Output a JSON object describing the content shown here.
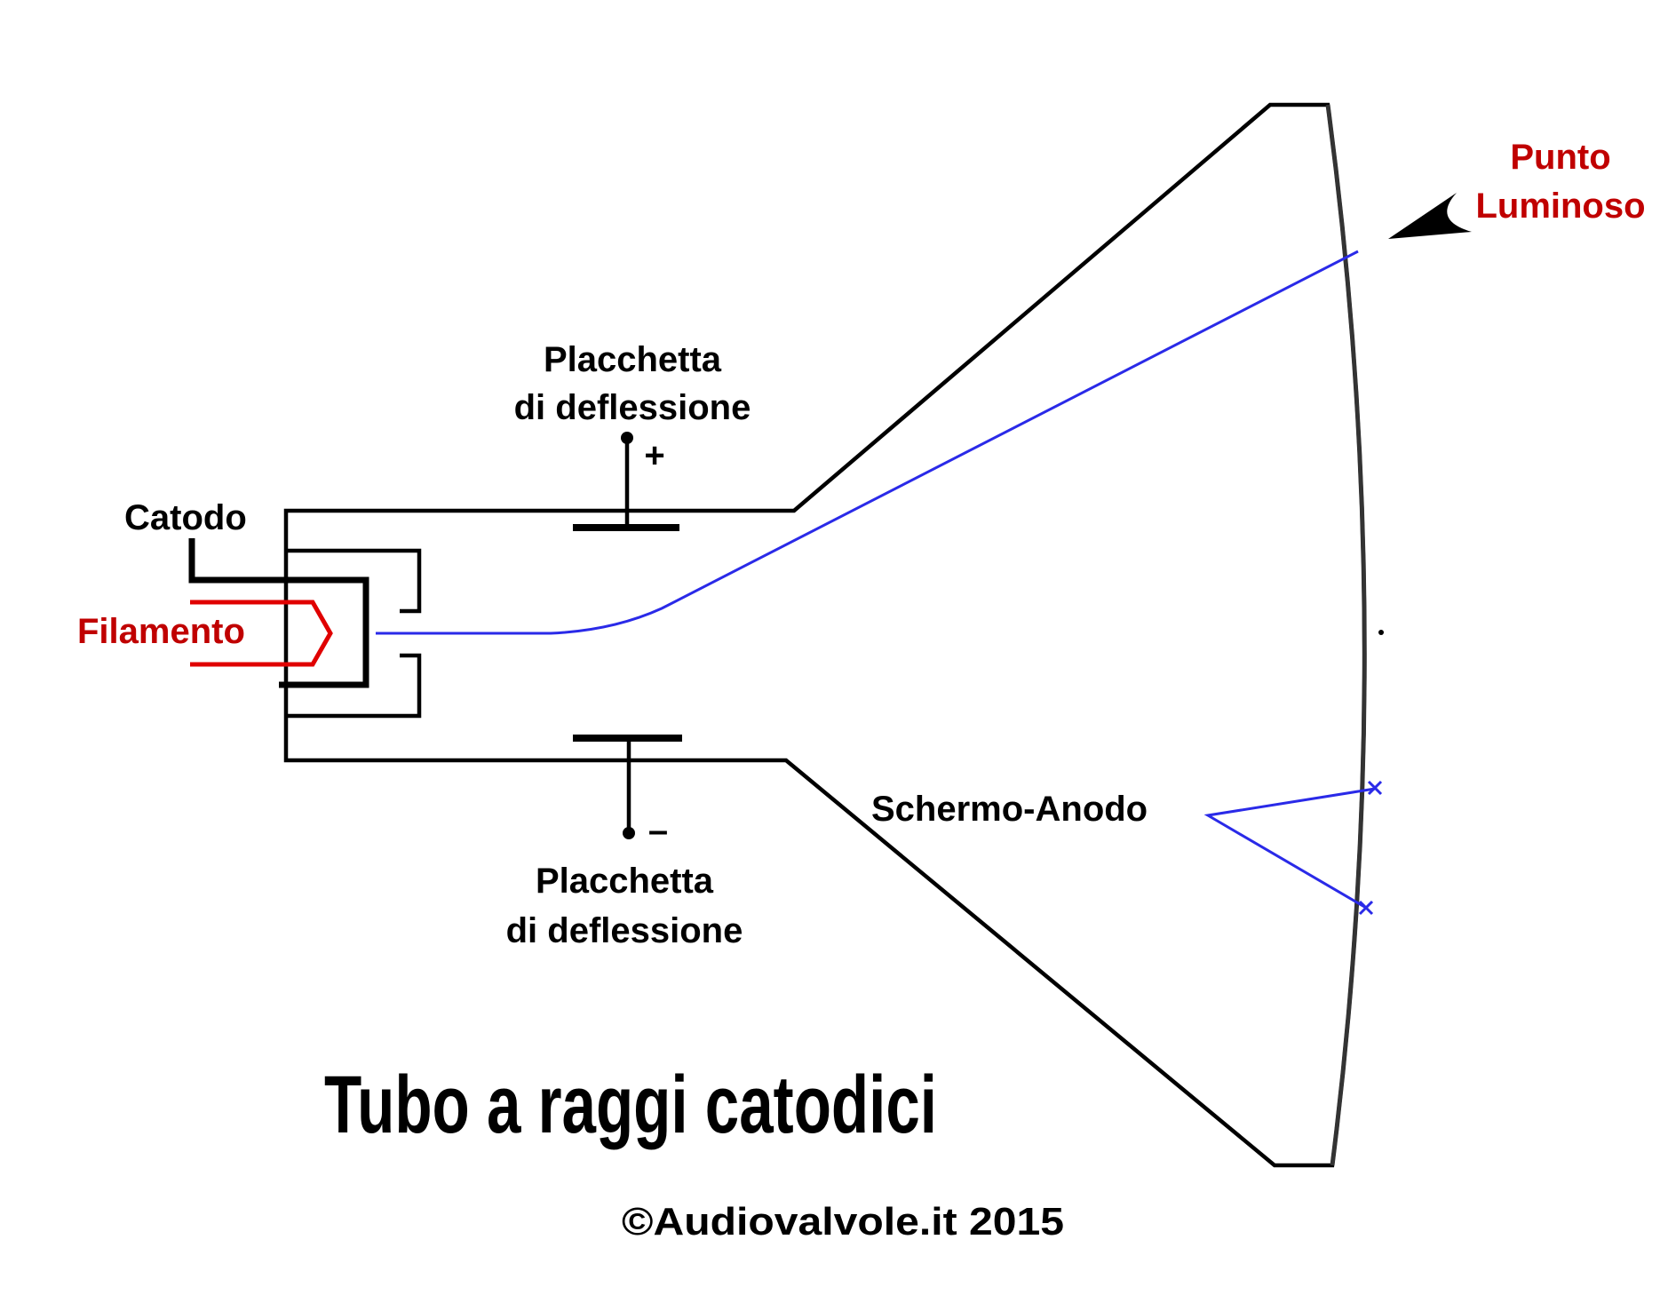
{
  "title": "Tubo a raggi catodici",
  "credit": "©Audiovalvole.it 2015",
  "labels": {
    "catodo": "Catodo",
    "filamento": "Filamento",
    "plate_top_line1": "Placchetta",
    "plate_top_line2": "di deflessione",
    "plate_bottom_line1": "Placchetta",
    "plate_bottom_line2": "di deflessione",
    "schermo_anodo": "Schermo-Anodo",
    "punto_line1": "Punto",
    "punto_line2": "Luminoso"
  },
  "signs": {
    "positive": "+",
    "negative": "–"
  },
  "colors": {
    "outline": "#000000",
    "beam": "#2a2ae8",
    "filament": "#e00000",
    "label_red": "#c00000"
  }
}
